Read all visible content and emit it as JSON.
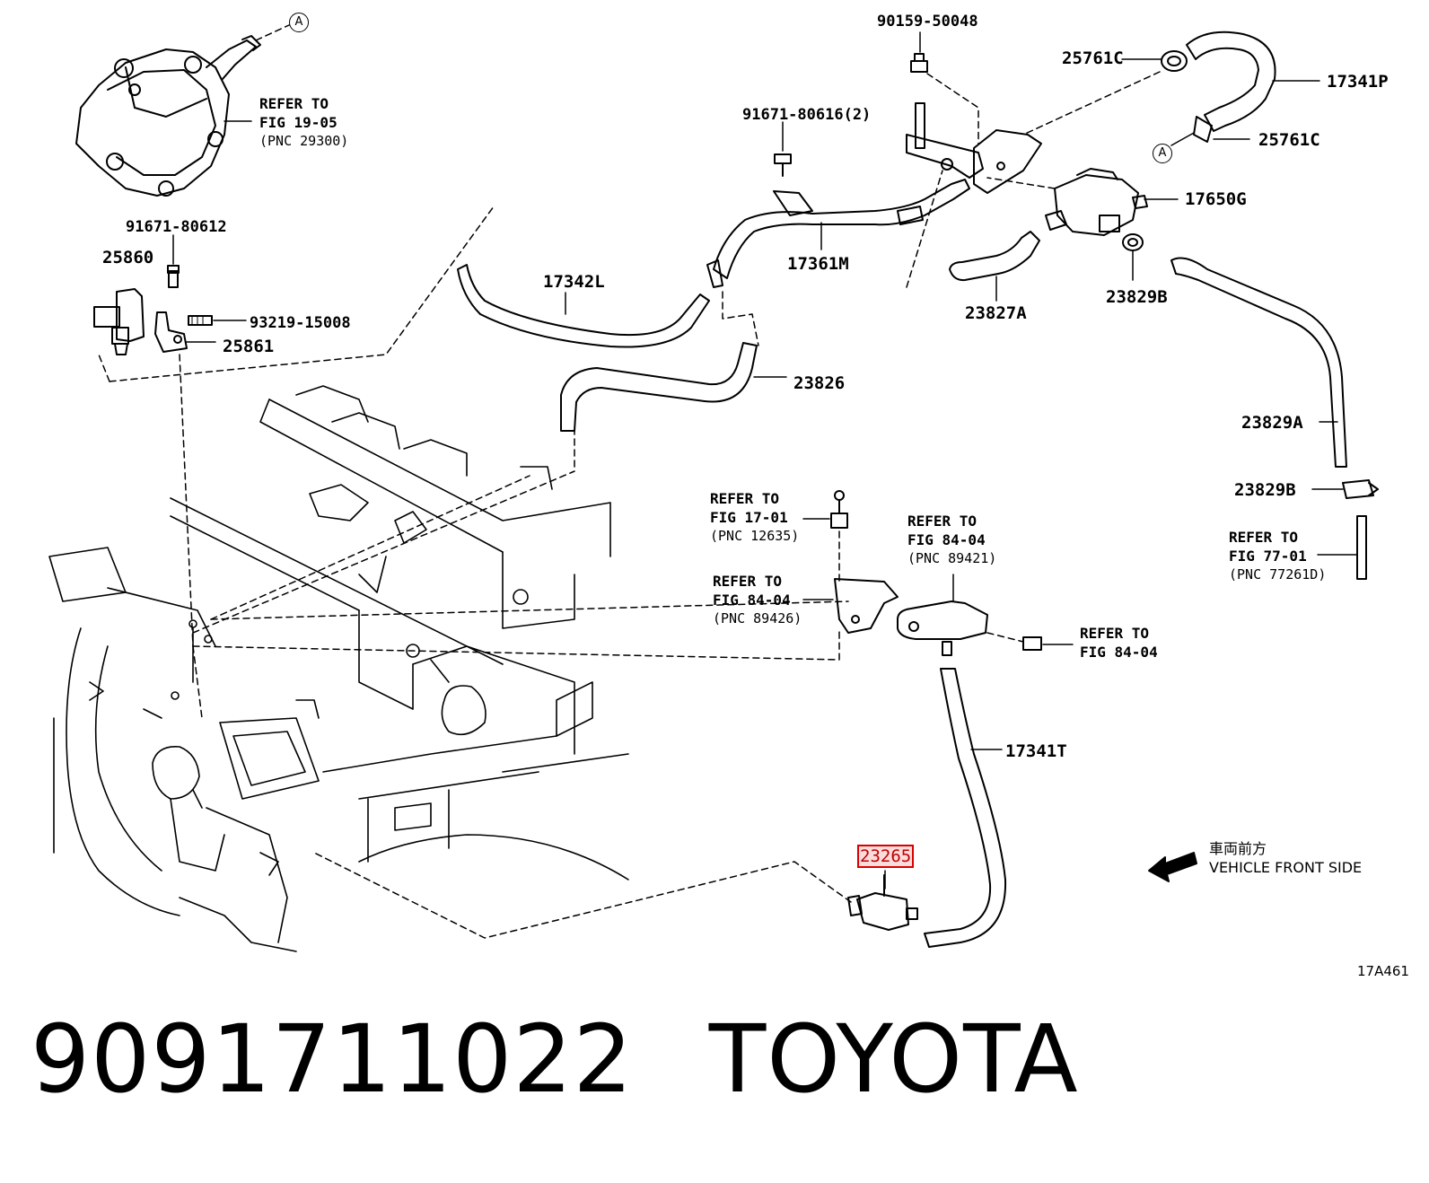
{
  "part_numbers": {
    "p90159": "90159-50048",
    "p25761c_top": "25761C",
    "p17341p": "17341P",
    "p25761c_bottom": "25761C",
    "p91671_80616": "91671-80616(2)",
    "p17650g": "17650G",
    "p17361m": "17361M",
    "p23827a": "23827A",
    "p23829b_top": "23829B",
    "p17342l": "17342L",
    "p23826": "23826",
    "p91671_80612": "91671-80612",
    "p25860": "25860",
    "p93219": "93219-15008",
    "p25861": "25861",
    "p23829a": "23829A",
    "p23829b_bottom": "23829B",
    "p17341t": "17341T",
    "p23265": "23265"
  },
  "refs": {
    "fig1905": {
      "line1": "REFER TO",
      "line2": "FIG 19-05",
      "pnc": "(PNC 29300)"
    },
    "fig1701": {
      "line1": "REFER TO",
      "line2": "FIG 17-01",
      "pnc": "(PNC 12635)"
    },
    "fig8404a": {
      "line1": "REFER TO",
      "line2": "FIG 84-04",
      "pnc": "(PNC 89421)"
    },
    "fig8404b": {
      "line1": "REFER TO",
      "line2": "FIG 84-04",
      "pnc": "(PNC 89426)"
    },
    "fig8404c": {
      "line1": "REFER TO",
      "line2": "FIG 84-04"
    },
    "fig7701": {
      "line1": "REFER TO",
      "line2": "FIG 77-01",
      "pnc": "(PNC 77261D)"
    }
  },
  "markers": {
    "circle_a_top": "A",
    "circle_a_right": "A"
  },
  "vehicle_front": {
    "jp": "車両前方",
    "en": "VEHICLE FRONT SIDE"
  },
  "diagram_code": "17A461",
  "caption": {
    "part_number": "9091711022",
    "brand": "TOYOTA"
  }
}
